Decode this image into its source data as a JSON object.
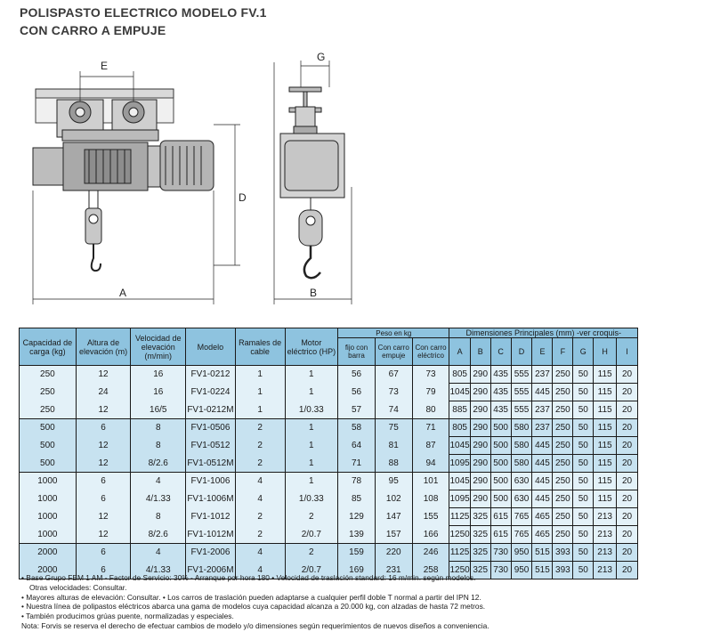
{
  "header": {
    "title_line1": "POLISPASTO ELECTRICO MODELO FV.1",
    "title_line2": "CON CARRO A EMPUJE"
  },
  "drawing": {
    "labels": {
      "E": "E",
      "D": "D",
      "A": "A",
      "G": "G",
      "B": "B"
    }
  },
  "table": {
    "headers": {
      "capacidad": "Capacidad de carga (kg)",
      "altura": "Altura de elevación (m)",
      "velocidad": "Velocidad de elevación (m/min)",
      "modelo": "Modelo",
      "ramales": "Ramales de cable",
      "motor": "Motor eléctrico (HP)",
      "peso": "Peso en kg",
      "peso_fijo": "fijo con barra",
      "peso_empuje": "Con carro empuje",
      "peso_electrico": "Con carro eléctrico",
      "dimensiones": "Dimensiones Principales (mm) -ver croquis-",
      "dim_cols": [
        "A",
        "B",
        "C",
        "D",
        "E",
        "F",
        "G",
        "H",
        "I"
      ]
    },
    "groups": [
      [
        [
          "250",
          "12",
          "16",
          "FV1-0212",
          "1",
          "1",
          "56",
          "67",
          "73",
          "805",
          "290",
          "435",
          "555",
          "237",
          "250",
          "50",
          "115",
          "20"
        ],
        [
          "250",
          "24",
          "16",
          "FV1-0224",
          "1",
          "1",
          "56",
          "73",
          "79",
          "1045",
          "290",
          "435",
          "555",
          "445",
          "250",
          "50",
          "115",
          "20"
        ],
        [
          "250",
          "12",
          "16/5",
          "FV1-0212M",
          "1",
          "1/0.33",
          "57",
          "74",
          "80",
          "885",
          "290",
          "435",
          "555",
          "237",
          "250",
          "50",
          "115",
          "20"
        ]
      ],
      [
        [
          "500",
          "6",
          "8",
          "FV1-0506",
          "2",
          "1",
          "58",
          "75",
          "71",
          "805",
          "290",
          "500",
          "580",
          "237",
          "250",
          "50",
          "115",
          "20"
        ],
        [
          "500",
          "12",
          "8",
          "FV1-0512",
          "2",
          "1",
          "64",
          "81",
          "87",
          "1045",
          "290",
          "500",
          "580",
          "445",
          "250",
          "50",
          "115",
          "20"
        ],
        [
          "500",
          "12",
          "8/2.6",
          "FV1-0512M",
          "2",
          "1",
          "71",
          "88",
          "94",
          "1095",
          "290",
          "500",
          "580",
          "445",
          "250",
          "50",
          "115",
          "20"
        ]
      ],
      [
        [
          "1000",
          "6",
          "4",
          "FV1-1006",
          "4",
          "1",
          "78",
          "95",
          "101",
          "1045",
          "290",
          "500",
          "630",
          "445",
          "250",
          "50",
          "115",
          "20"
        ],
        [
          "1000",
          "6",
          "4/1.33",
          "FV1-1006M",
          "4",
          "1/0.33",
          "85",
          "102",
          "108",
          "1095",
          "290",
          "500",
          "630",
          "445",
          "250",
          "50",
          "115",
          "20"
        ],
        [
          "1000",
          "12",
          "8",
          "FV1-1012",
          "2",
          "2",
          "129",
          "147",
          "155",
          "1125",
          "325",
          "615",
          "765",
          "465",
          "250",
          "50",
          "213",
          "20"
        ],
        [
          "1000",
          "12",
          "8/2.6",
          "FV1-1012M",
          "2",
          "2/0.7",
          "139",
          "157",
          "166",
          "1250",
          "325",
          "615",
          "765",
          "465",
          "250",
          "50",
          "213",
          "20"
        ]
      ],
      [
        [
          "2000",
          "6",
          "4",
          "FV1-2006",
          "4",
          "2",
          "159",
          "220",
          "246",
          "1125",
          "325",
          "730",
          "950",
          "515",
          "393",
          "50",
          "213",
          "20"
        ],
        [
          "2000",
          "6",
          "4/1.33",
          "FV1-2006M",
          "4",
          "2/0.7",
          "169",
          "231",
          "258",
          "1250",
          "325",
          "730",
          "950",
          "515",
          "393",
          "50",
          "213",
          "20"
        ]
      ]
    ]
  },
  "notes": [
    "• Base Grupo FEM 1 AM - Factor de Servicio: 30% - Arranque por hora 180 • Velocidad de traslación standard: 16 m/min. según modelos.",
    "Otras velocidades: Consultar.",
    "• Mayores alturas de elevación: Consultar. • Los carros de traslación pueden adaptarse a cualquier perfil doble T normal a partir del IPN 12.",
    "• Nuestra línea de polipastos eléctricos abarca una gama de modelos cuya capacidad alcanza a 20.000 kg, con alzadas de hasta 72 metros.",
    "• También producimos grúas puente, normalizadas y especiales.",
    "Nota: Forvis se reserva el derecho de efectuar cambios de modelo y/o dimensiones según requerimientos de nuevos diseños a conveniencia."
  ],
  "colors": {
    "header_bg": "#8ec3df",
    "row_light": "#e3f1f8",
    "row_mid": "#c7e2f0"
  }
}
